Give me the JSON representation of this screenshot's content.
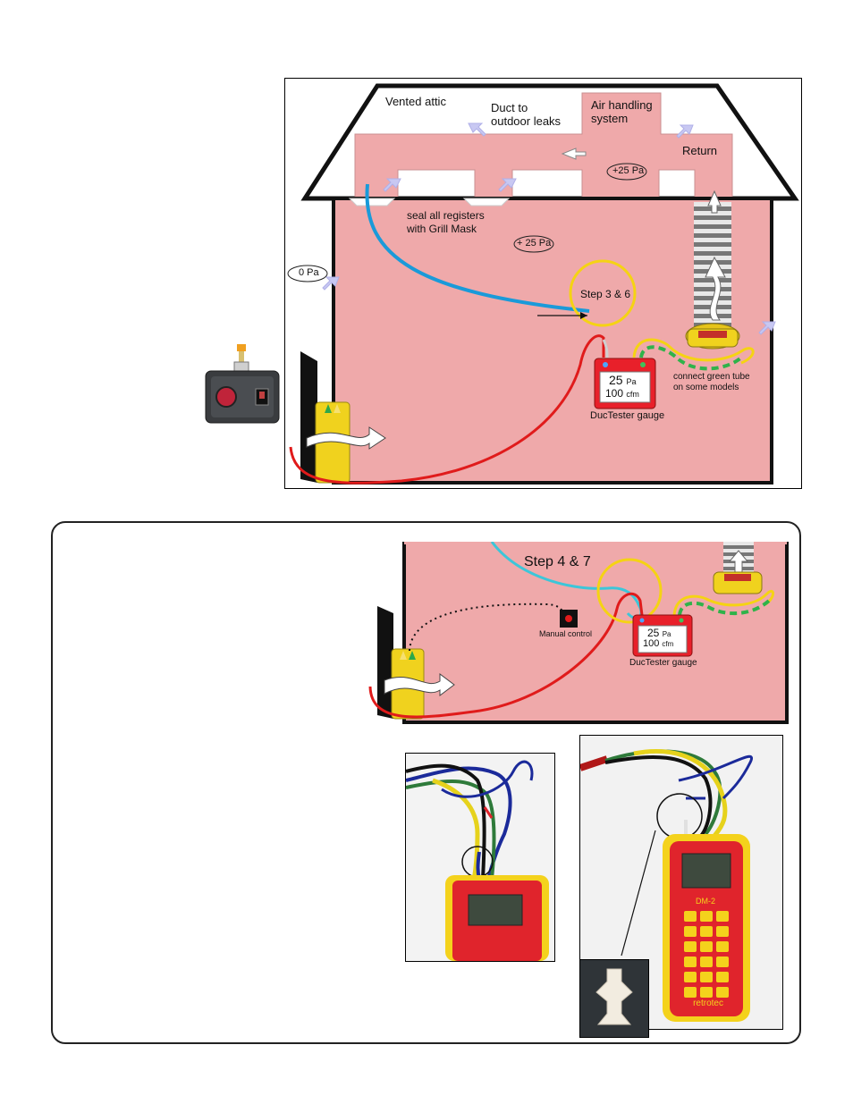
{
  "figure1": {
    "attic_label": "Vented attic",
    "duct_label_line1": "Duct to",
    "duct_label_line2": "outdoor leaks",
    "ahs_label_line1": "Air handling",
    "ahs_label_line2": "system",
    "return_label": "Return",
    "duct_pressure": "+25 Pa",
    "house_pressure": "+ 25 Pa",
    "outside_pressure": "0 Pa",
    "seal_line1": "seal all registers",
    "seal_line2": "with Grill Mask",
    "step_label": "Step 3 & 6",
    "gauge": {
      "value1": "25",
      "unit1": "Pa",
      "value2": "100",
      "unit2": "cfm",
      "name": "DucTester gauge"
    },
    "green_tube_line1": "connect green tube",
    "green_tube_line2": "on some models",
    "colors": {
      "house": "#efa9aa",
      "blue_tube": "#1a9ad9",
      "red_tube": "#e01b1b",
      "yellow": "#f5d313",
      "green_dash": "#2fb34a"
    }
  },
  "figure2": {
    "step_label": "Step 4 & 7",
    "manual_control": "Manual control",
    "gauge": {
      "value1": "25",
      "unit1": "Pa",
      "value2": "100",
      "unit2": "cfm",
      "name": "DucTester gauge"
    },
    "colors": {
      "cyan_tube": "#3cc6d9"
    }
  },
  "device": {
    "name": "DM-2",
    "brand": "retrotec"
  },
  "icons": [
    "manual-controller-box-icon",
    "fan-icon",
    "arrow-icon",
    "tube-fitting-icon"
  ]
}
